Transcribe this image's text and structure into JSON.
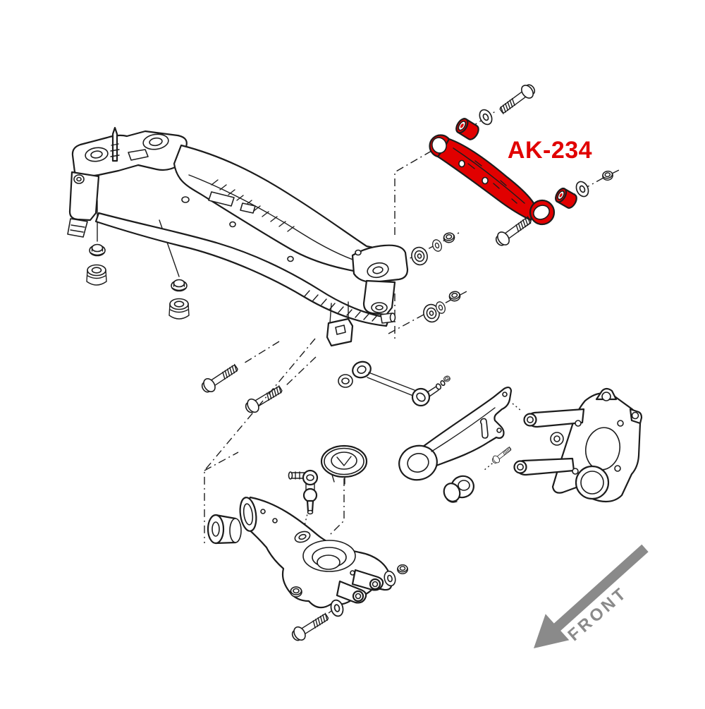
{
  "labels": {
    "part_number": "AK-234",
    "direction": "FRONT"
  },
  "colors": {
    "highlight": "#e10000",
    "line": "#1c1c1c",
    "arrow": "#8a8a8a",
    "background": "#ffffff"
  },
  "parts": [
    "rear-subframe-crossmember",
    "lateral-link-highlighted",
    "link-bushings",
    "washers",
    "nuts",
    "bolts",
    "stabilizer-link",
    "trailing-arm",
    "rear-knuckle",
    "lower-control-arm",
    "spring-upper-seat",
    "stabilizer-bar-link",
    "front-direction-arrow"
  ]
}
